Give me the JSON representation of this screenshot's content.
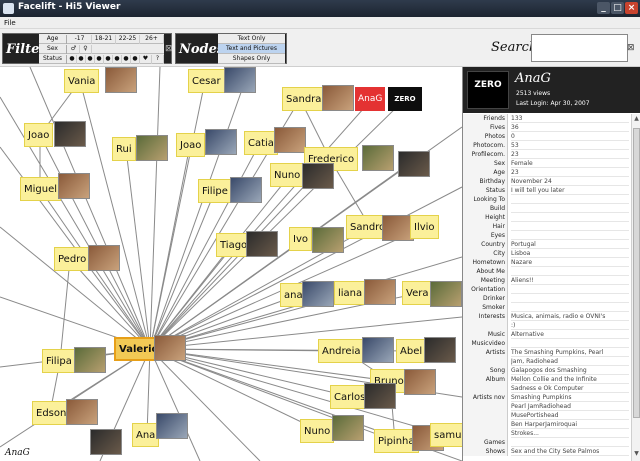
{
  "window": {
    "title": "Facelift - Hi5 Viewer",
    "controls": [
      "_",
      "□",
      "×"
    ]
  },
  "menu": {
    "file": "File"
  },
  "filter": {
    "title": "Filter",
    "close_icon": "close-icon",
    "rows": [
      {
        "label": "Age",
        "cells": [
          "-17",
          "18-21",
          "22-25",
          "26+"
        ]
      },
      {
        "label": "Sex",
        "cells": [
          "♂",
          "♀"
        ]
      },
      {
        "label": "Status",
        "cells": [
          "",
          "",
          "",
          "",
          "",
          "",
          "",
          "",
          "",
          ""
        ]
      }
    ]
  },
  "nodes_mode": {
    "title": "Nodes",
    "options": [
      "Text Only",
      "Text and Pictures",
      "Shapes Only"
    ],
    "selected": "Text and Pictures"
  },
  "search": {
    "label": "Search",
    "value": "",
    "placeholder": ""
  },
  "graph": {
    "center": "Valerio",
    "nodes": [
      "Vania",
      "Cesar",
      "Sandra",
      "AnaG",
      "Joao",
      "Rui",
      "Joao",
      "Catia",
      "Frederico",
      "Miguel",
      "Nuno",
      "Filipe",
      "Sandro",
      "Ilvio",
      "Tiago",
      "Ivo",
      "Pedro",
      "ana",
      "liana",
      "Vera",
      "Andreia",
      "Abel",
      "Filipa",
      "Bruno",
      "Carlos",
      "Edson",
      "Ana",
      "Nuno",
      "Pipinha",
      "samu"
    ],
    "zero_tile": "ZERO",
    "status": "AnaG"
  },
  "profile": {
    "name": "AnaG",
    "logo": "ZERO",
    "views": "2513 views",
    "last_login": "Last Login: Apr 30, 2007",
    "fields": [
      {
        "key": "Friends",
        "value": "133"
      },
      {
        "key": "Fives",
        "value": "36"
      },
      {
        "key": "Photos",
        "value": "0"
      },
      {
        "key": "Photocom.",
        "value": "53"
      },
      {
        "key": "Profilecom.",
        "value": "23"
      },
      {
        "key": "Sex",
        "value": "Female"
      },
      {
        "key": "Age",
        "value": "23"
      },
      {
        "key": "Birthday",
        "value": "November 24"
      },
      {
        "key": "Status",
        "value": "I will tell you later"
      },
      {
        "key": "Looking To",
        "value": ""
      },
      {
        "key": "Build",
        "value": ""
      },
      {
        "key": "Height",
        "value": ""
      },
      {
        "key": "Hair",
        "value": ""
      },
      {
        "key": "Eyes",
        "value": ""
      },
      {
        "key": "Country",
        "value": "Portugal"
      },
      {
        "key": "City",
        "value": "Lisboa"
      },
      {
        "key": "Hometown",
        "value": "Nazare"
      },
      {
        "key": "About Me",
        "value": ""
      },
      {
        "key": "Meeting",
        "value": "Aliens!!"
      },
      {
        "key": "Orientation",
        "value": ""
      },
      {
        "key": "Drinker",
        "value": ""
      },
      {
        "key": "Smoker",
        "value": ""
      },
      {
        "key": "Interests",
        "value": "Musica, animais, radio e OVNI's"
      },
      {
        "key": "",
        "value": ":)"
      },
      {
        "key": "Music",
        "value": "Alternative"
      },
      {
        "key": "Musicvideo",
        "value": ""
      },
      {
        "key": "Artists",
        "value": "The Smashing Pumpkins, Pearl"
      },
      {
        "key": "",
        "value": "Jam, Radiohead"
      },
      {
        "key": "Song",
        "value": "Galapogos dos Smashing"
      },
      {
        "key": "Album",
        "value": "Mellon Collie and the Infinite"
      },
      {
        "key": "",
        "value": "Sadness e Ok Computer"
      },
      {
        "key": "Artists nov",
        "value": "Smashing Pumpkins"
      },
      {
        "key": "",
        "value": "Pearl JamRadiohead"
      },
      {
        "key": "",
        "value": "MusePortishead"
      },
      {
        "key": "",
        "value": "Ben HarperJamiroquai"
      },
      {
        "key": "",
        "value": "Strokes..."
      },
      {
        "key": "Games",
        "value": ""
      },
      {
        "key": "Shows",
        "value": "Sex and the City Sete Palmos"
      }
    ]
  }
}
